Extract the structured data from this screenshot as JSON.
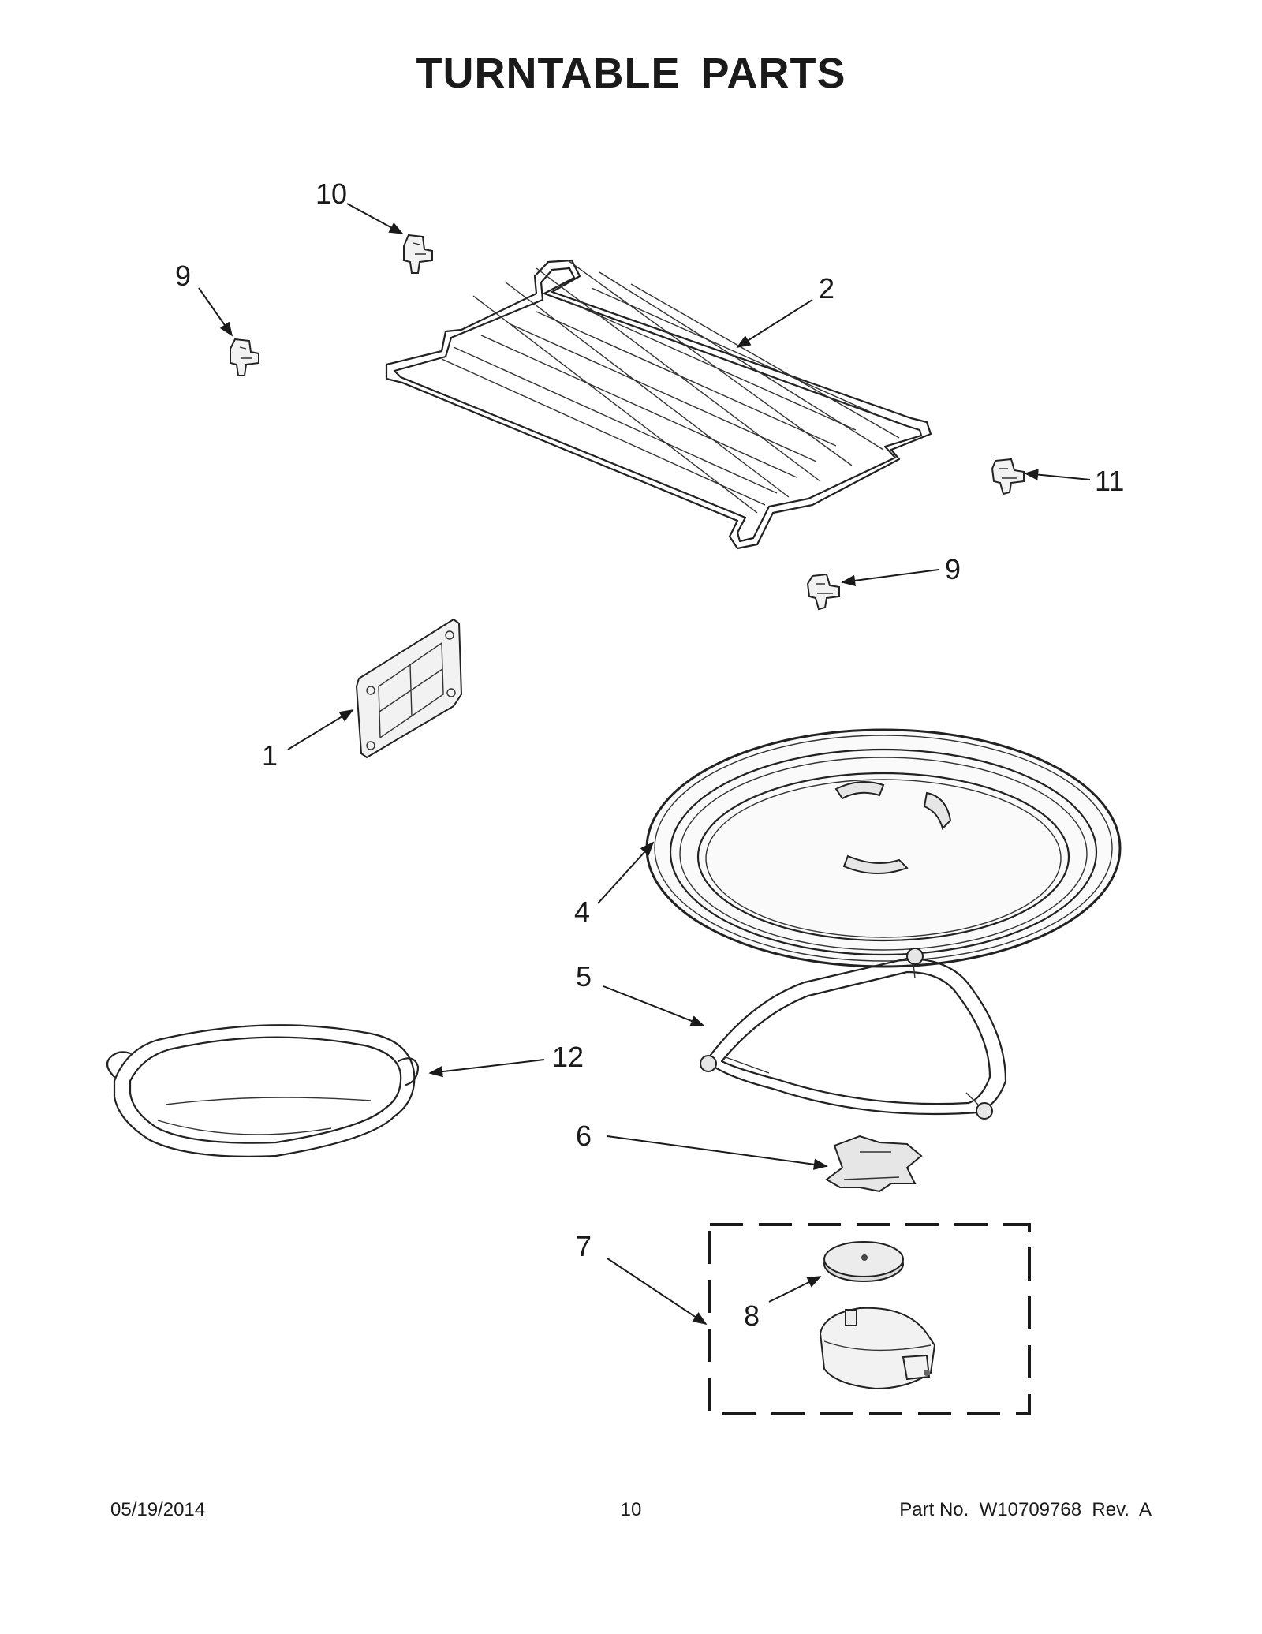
{
  "title": "TURNTABLE PARTS",
  "callouts": [
    "10",
    "9",
    "2",
    "11",
    "9",
    "1",
    "4",
    "5",
    "12",
    "6",
    "7",
    "8"
  ],
  "footer": {
    "date": "05/19/2014",
    "page": "10",
    "part": "Part No.  W10709768  Rev.  A"
  }
}
